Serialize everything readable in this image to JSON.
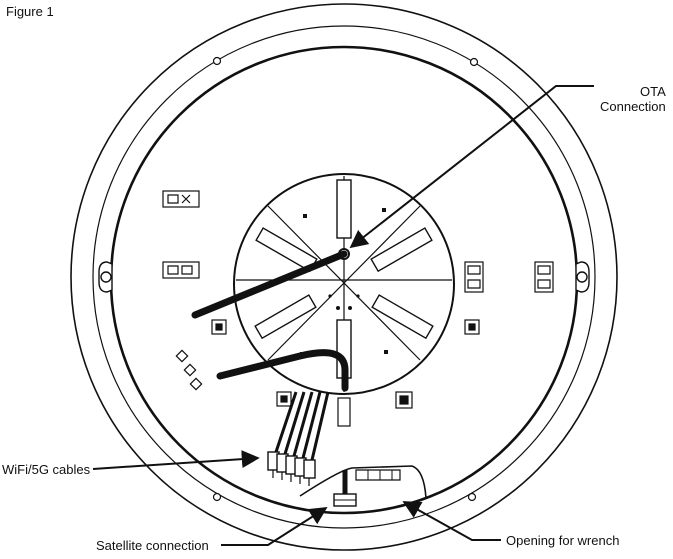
{
  "figure": {
    "title": "Figure 1"
  },
  "callouts": {
    "ota_line1": "OTA",
    "ota_line2": "Connection",
    "wifi": "WiFi/5G cables",
    "satellite": "Satellite connection",
    "wrench": "Opening for wrench"
  },
  "colors": {
    "ink": "#111111",
    "paper": "#ffffff"
  }
}
